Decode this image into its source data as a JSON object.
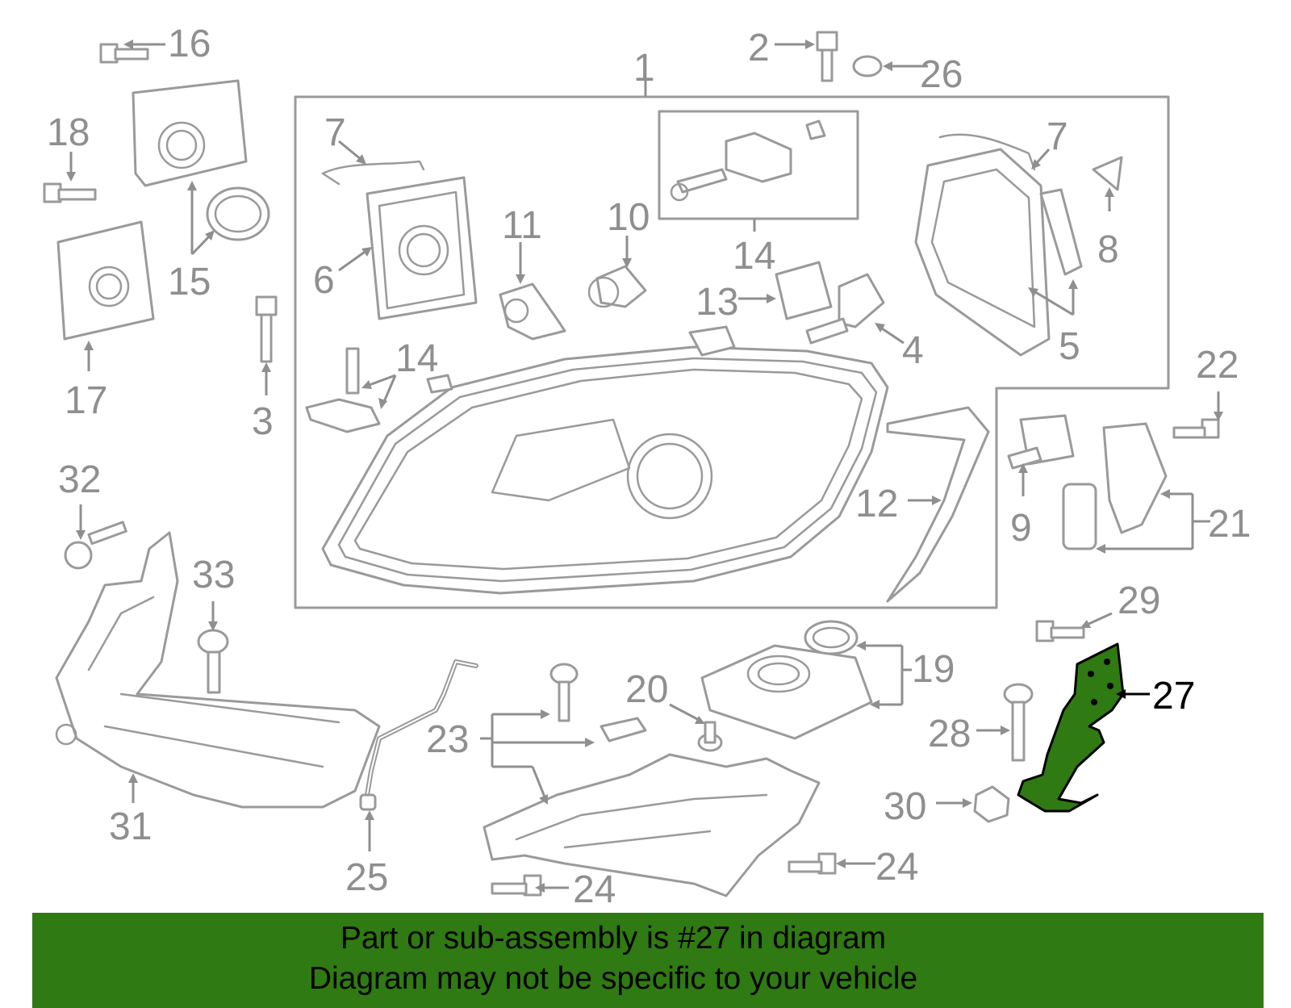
{
  "diagram": {
    "callouts": {
      "c1": "1",
      "c2": "2",
      "c3": "3",
      "c4": "4",
      "c5": "5",
      "c6": "6",
      "c7a": "7",
      "c7b": "7",
      "c8": "8",
      "c9": "9",
      "c10": "10",
      "c11": "11",
      "c12": "12",
      "c13": "13",
      "c14a": "14",
      "c14b": "14",
      "c15": "15",
      "c16": "16",
      "c17": "17",
      "c18": "18",
      "c19": "19",
      "c20": "20",
      "c21": "21",
      "c22": "22",
      "c23": "23",
      "c24a": "24",
      "c24b": "24",
      "c25": "25",
      "c26": "26",
      "c27": "27",
      "c28": "28",
      "c29": "29",
      "c30": "30",
      "c31": "31",
      "c32": "32",
      "c33": "33"
    },
    "highlight_part": "27",
    "colors": {
      "highlight_fill": "#2f7a12",
      "banner_bg": "#2f7a12",
      "outline_gray": "#9a9a9a",
      "label_gray": "#8f8f8f"
    }
  },
  "banner": {
    "line1": "Part or sub-assembly is #27 in diagram",
    "line2": "Diagram may not be specific to your vehicle"
  }
}
